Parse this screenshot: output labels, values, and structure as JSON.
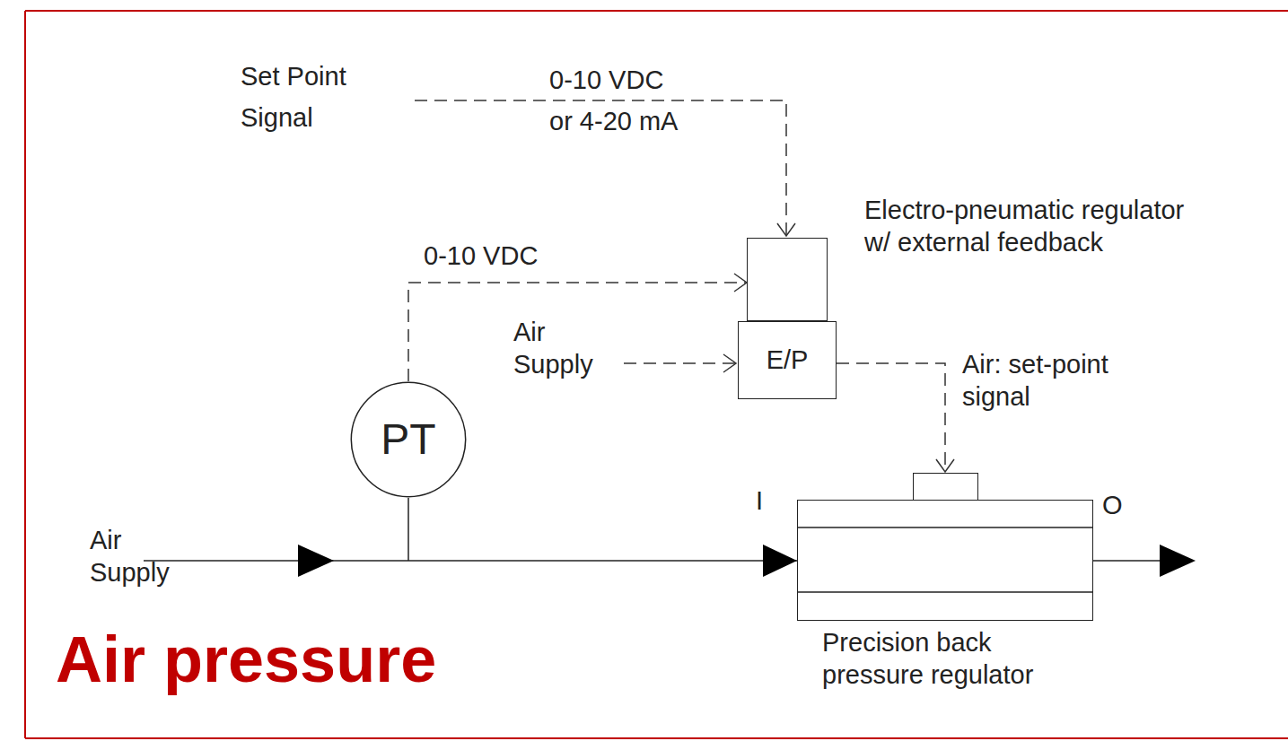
{
  "diagram": {
    "title": "Air pressure",
    "nodes": [
      {
        "text": [
          "PT"
        ]
      },
      {
        "text": [
          "Electro-pneumatic regulator w/ external feedback"
        ]
      },
      {
        "text": [
          "E/P"
        ]
      },
      {
        "text": [
          "Precision back pressure regulator"
        ]
      }
    ],
    "edges": [
      {
        "from": 0,
        "to": 1,
        "label": "0-10 VDC",
        "arrow": "to"
      },
      {
        "from": 2,
        "to": 3,
        "label": "Air: set-point signal",
        "arrow": "to"
      }
    ],
    "labels": [
      "Set Point Signal",
      "0-10 VDC or 4-20 mA",
      "Air Supply",
      "Air Supply",
      "I",
      "O"
    ]
  }
}
